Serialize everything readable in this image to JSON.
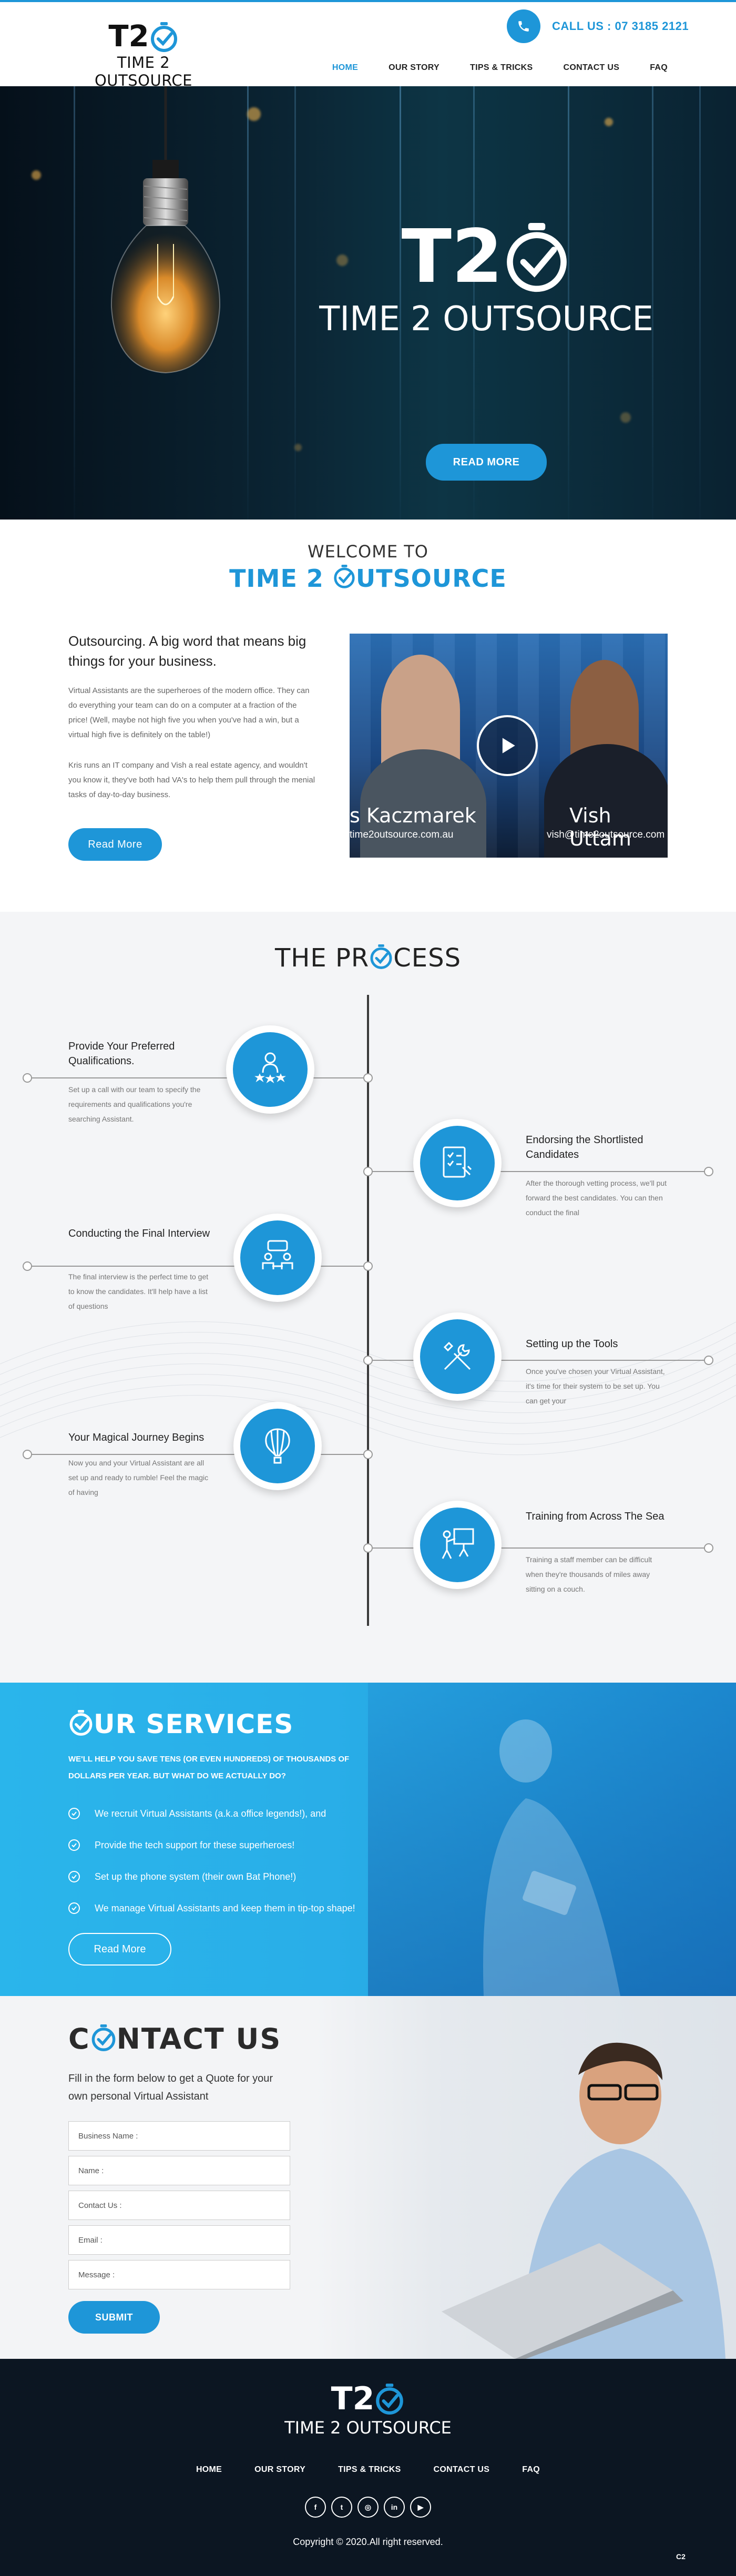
{
  "brand": {
    "mark_prefix": "T2",
    "name": "TIME 2 OUTSOURCE",
    "accent_color": "#1e96d8"
  },
  "header": {
    "call_label": "CALL US : 07 3185 2121",
    "call_icon": "phone-icon",
    "nav": [
      {
        "label": "HOME",
        "active": true
      },
      {
        "label": "OUR STORY",
        "active": false
      },
      {
        "label": "TIPS & TRICKS",
        "active": false
      },
      {
        "label": "CONTACT US",
        "active": false
      },
      {
        "label": "FAQ",
        "active": false
      }
    ]
  },
  "hero": {
    "mark_prefix": "T2",
    "name": "TIME 2 OUTSOURCE",
    "button_label": "READ MORE"
  },
  "welcome": {
    "title": "WELCOME TO",
    "brand_before": "TIME 2 ",
    "brand_after": "UTSOURCE",
    "heading": "Outsourcing. A big word that means big things for your business.",
    "paragraph_1": "Virtual Assistants are the superheroes of the modern office. They can do everything your team can do on a computer at a fraction of the price! (Well, maybe not high five you when you've had a win, but a virtual high five is definitely on the table!)",
    "paragraph_2": "Kris runs an IT company and Vish a real estate agency, and wouldn't you know it, they've both had VA's to help them pull through the menial tasks of day-to-day business.",
    "button_label": "Read More",
    "video": {
      "name_left": "s Kaczmarek",
      "email_left": "time2outsource.com.au",
      "name_right": "Vish Uttam",
      "email_right": "vish@time2outsource.com"
    }
  },
  "process": {
    "title_before": "THE PR",
    "title_after": "CESS",
    "steps": [
      {
        "title": "Provide Your Preferred Qualifications.",
        "desc": "Set up a call with our team to specify the requirements and qualifications you're searching Assistant.",
        "icon": "people-stars-icon"
      },
      {
        "title": "Endorsing the Shortlisted Candidates",
        "desc": "After the thorough vetting process, we'll put forward the best candidates. You can then conduct the final",
        "icon": "checklist-icon"
      },
      {
        "title": "Conducting the Final Interview",
        "desc": "The final interview is the perfect time to get to know the candidates. It'll help have a list of questions",
        "icon": "interview-icon"
      },
      {
        "title": "Setting up the Tools",
        "desc": "Once you've chosen your Virtual Assistant, it's time for their system to be set up. You can get your",
        "icon": "tools-icon"
      },
      {
        "title": "Your Magical Journey Begins",
        "desc": "Now you and your Virtual Assistant are all set up and ready to rumble! Feel the magic of having",
        "icon": "hot-air-balloon-icon"
      },
      {
        "title": "Training from Across The Sea",
        "desc": "Training a staff member can be difficult when they're thousands of miles away sitting on a couch.",
        "icon": "presentation-board-icon"
      }
    ]
  },
  "services": {
    "title_after": "UR SERVICES",
    "subtitle": "WE'LL HELP YOU SAVE TENS (OR EVEN HUNDREDS) OF THOUSANDS OF DOLLARS PER YEAR. BUT WHAT DO WE ACTUALLY DO?",
    "items": [
      "We recruit Virtual Assistants (a.k.a office legends!), and",
      "Provide the tech support for these superheroes!",
      "Set up the phone system (their own Bat Phone!)",
      "We manage Virtual Assistants and keep them in tip-top shape!"
    ],
    "button_label": "Read More"
  },
  "contact": {
    "title_before": "C",
    "title_after": "NTACT US",
    "subtitle": "Fill in the form below to get a Quote for your own personal Virtual Assistant",
    "fields": [
      {
        "placeholder": "Business Name :"
      },
      {
        "placeholder": "Name :"
      },
      {
        "placeholder": "Contact Us :"
      },
      {
        "placeholder": "Email :"
      },
      {
        "placeholder": "Message :"
      }
    ],
    "submit_label": "SUBMIT"
  },
  "footer": {
    "mark_prefix": "T2",
    "name": "TIME 2 OUTSOURCE",
    "nav": [
      "HOME",
      "OUR STORY",
      "TIPS & TRICKS",
      "CONTACT US",
      "FAQ"
    ],
    "socials": [
      {
        "icon": "facebook-icon",
        "glyph": "f"
      },
      {
        "icon": "twitter-icon",
        "glyph": "t"
      },
      {
        "icon": "instagram-icon",
        "glyph": "◎"
      },
      {
        "icon": "linkedin-icon",
        "glyph": "in"
      },
      {
        "icon": "youtube-icon",
        "glyph": "▶"
      }
    ],
    "copyright": "Copyright © 2020.All right reserved.",
    "badge": "C2"
  }
}
